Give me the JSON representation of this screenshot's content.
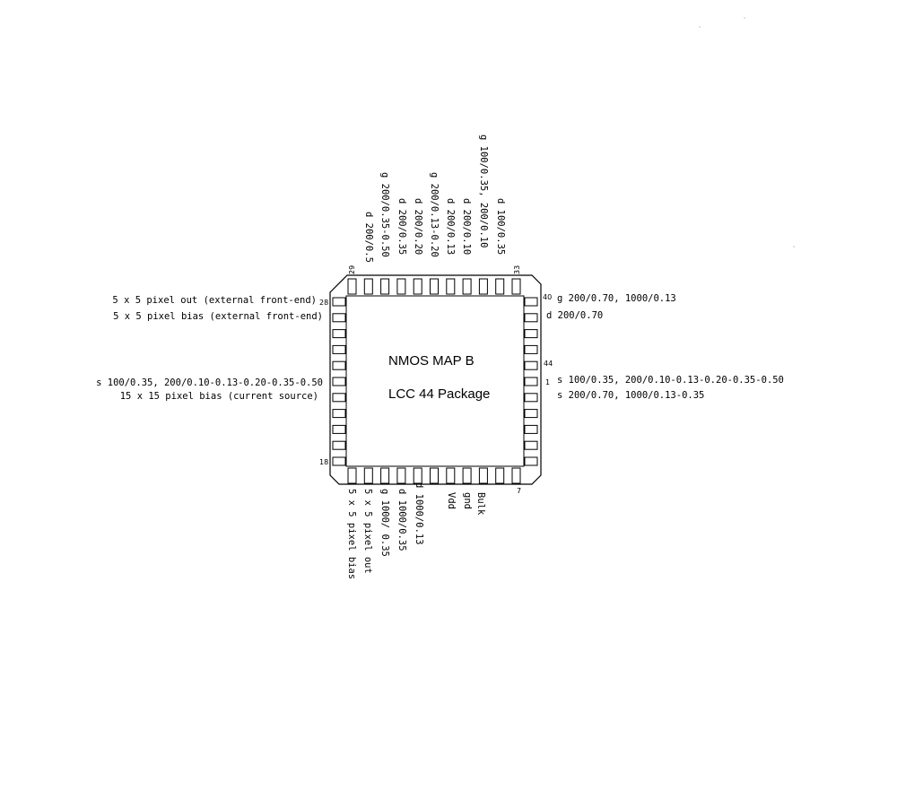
{
  "package": {
    "title": "NMOS MAP B",
    "subtitle": "LCC 44 Package"
  },
  "pin_numbers": {
    "p29": "29",
    "p33": "33",
    "p40": "40",
    "p28": "28",
    "p44": "44",
    "p1": "1",
    "p18": "18",
    "p7": "7"
  },
  "labels": {
    "left_top": [
      "5 x 5 pixel out (external front-end)",
      "5 x 5 pixel bias (external front-end)"
    ],
    "left_mid": [
      "s 100/0.35, 200/0.10-0.13-0.20-0.35-0.50",
      "15 x 15 pixel bias (current source)"
    ],
    "right_top": [
      "g 200/0.70, 1000/0.13",
      "d 200/0.70"
    ],
    "right_mid": [
      "s 100/0.35, 200/0.10-0.13-0.20-0.35-0.50",
      "s 200/0.70, 1000/0.13-0.35"
    ],
    "top": [
      "d 200/0.5",
      "g 200/0.35-0.50",
      "d 200/0.35",
      "d 200/0.20",
      "g 200/0.13-0.20",
      "d 200/0.13",
      "d 200/0.10",
      "g 100/0.35, 200/0.10",
      "d 100/0.35"
    ],
    "bottom": [
      "5 x 5 pixel bias",
      "5 x 5 pixel out",
      "g 1000/ 0.35",
      "d 1000/0.35",
      "d 1000/0.13",
      "Vdd",
      "gnd",
      "Bulk"
    ]
  }
}
